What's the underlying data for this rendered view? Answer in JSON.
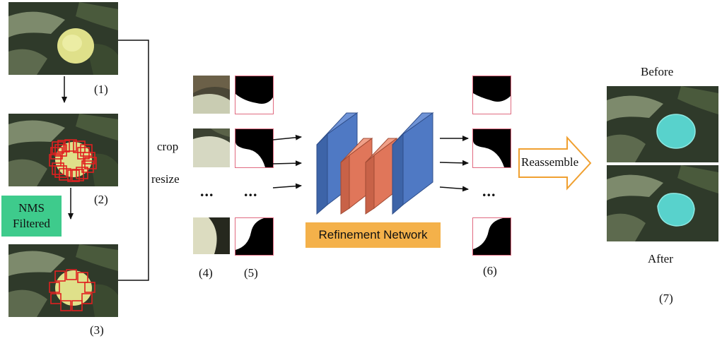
{
  "labels": {
    "step1": "(1)",
    "step2": "(2)",
    "step3": "(3)",
    "step4": "(4)",
    "step5": "(5)",
    "step6": "(6)",
    "step7": "(7)",
    "crop": "crop",
    "resize": "resize",
    "nms": "NMS Filtered",
    "refinement": "Refinement Network",
    "reassemble": "Reassemble",
    "before": "Before",
    "after": "After",
    "dots": "..."
  },
  "colors": {
    "layer_blue": "#4f79c4",
    "layer_salmon": "#e0765a",
    "nms_green": "#3ecb8c",
    "refine_orange": "#f4b14a",
    "reassemble_arrow": "#f0a030",
    "box_red": "#e02020",
    "mask_cyan": "#4fd6d0"
  }
}
